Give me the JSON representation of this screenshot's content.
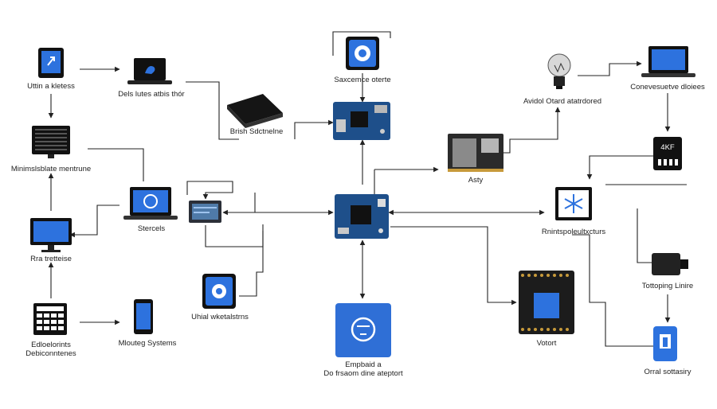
{
  "colors": {
    "accent_blue": "#2f6fd6",
    "screen_blue": "#2d72de",
    "board_blue": "#1e4f8a",
    "dark": "#111111",
    "line": "#222222"
  },
  "nodes": {
    "tablet": {
      "label": "Uttin a kletess",
      "icon": "tablet-icon"
    },
    "laptop_top": {
      "label": "Dels lutes atbis thór",
      "icon": "laptop-icon"
    },
    "top_app_icon": {
      "label": "Saxcemce oterte",
      "icon": "app-icon"
    },
    "ssd": {
      "label": "Brish Sdctnelne",
      "icon": "ssd-icon"
    },
    "top_board": {
      "label": "",
      "icon": "circuit-board-icon"
    },
    "lightbulb": {
      "label": "Avidol Otard atatrdored",
      "icon": "lightbulb-icon"
    },
    "laptop_right": {
      "label": "Conevesuetve dloiees",
      "icon": "laptop-icon"
    },
    "monitor_keyboard": {
      "label": "Minimslsblate mentrune",
      "icon": "monitor-icon"
    },
    "center_laptop": {
      "label": "Stercels",
      "icon": "laptop-icon"
    },
    "small_display": {
      "label": "",
      "icon": "display-module-icon"
    },
    "ram": {
      "label": "Asty",
      "icon": "memory-module-icon"
    },
    "kf_module": {
      "label": "4KF",
      "icon": "chip-module-icon"
    },
    "snow_screen": {
      "label": "Rnintspoleultxcturs",
      "icon": "snowflake-screen-icon"
    },
    "desktop": {
      "label": "Rra tretteise",
      "icon": "desktop-icon"
    },
    "center_board": {
      "label": "",
      "icon": "microcontroller-icon"
    },
    "touch_device": {
      "label": "Tottoping Linire",
      "icon": "device-icon"
    },
    "app_left": {
      "label": "Uhial wketalstrns",
      "icon": "app-icon"
    },
    "chip_board": {
      "label": "Votort",
      "icon": "processor-board-icon"
    },
    "calculator": {
      "label": "Edloelorints\nDebiconntenes",
      "icon": "calculator-icon"
    },
    "phone": {
      "label": "Mlouteg Systems",
      "icon": "phone-icon"
    },
    "big_app": {
      "label": "Empbaid a\nDo frsaom dine ateptort",
      "icon": "app-icon"
    },
    "vial": {
      "label": "Orral sottasiry",
      "icon": "sensor-icon"
    }
  }
}
